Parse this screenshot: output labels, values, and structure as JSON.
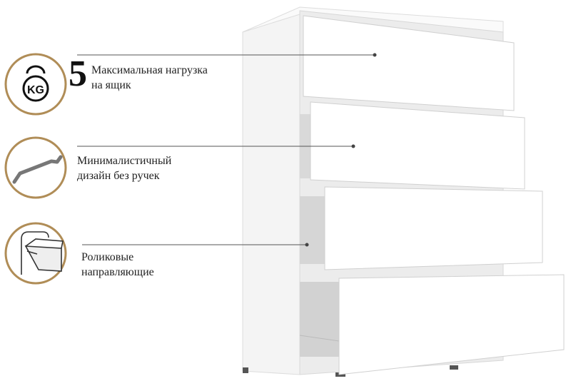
{
  "features": [
    {
      "icon": "kettlebell-kg-icon",
      "icon_text": "KG",
      "number": "5",
      "line1": "Максимальная нагрузка",
      "line2": "на ящик"
    },
    {
      "icon": "handle-icon",
      "line1": "Минималистичный",
      "line2": "дизайн без ручек"
    },
    {
      "icon": "drawer-slide-icon",
      "line1": "Роликовые",
      "line2": "направляющие"
    }
  ],
  "colors": {
    "ring": "#b08d57",
    "cabinet": "#ffffff",
    "shadow": "#e6e6e6",
    "line": "#555555"
  }
}
